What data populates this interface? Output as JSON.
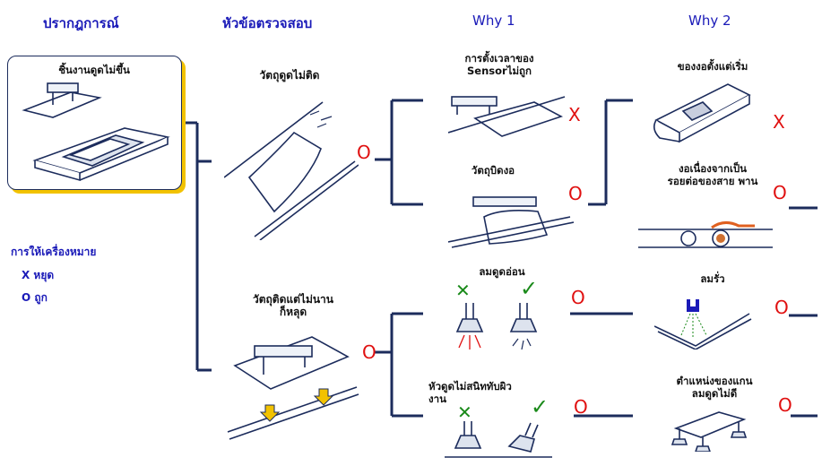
{
  "headers": {
    "phenomenon": "ปรากฎการณ์",
    "check_items": "หัวข้อตรวจสอบ",
    "why1": "Why 1",
    "why2": "Why 2"
  },
  "phenomenon_box": {
    "title": "ชิ้นงานดูดไม่ขึ้น"
  },
  "legend": {
    "title": "การให้เครื่องหมาย",
    "x_item": "X หยุด",
    "o_item": "O ถูก"
  },
  "check_items": [
    {
      "label": "วัตถุดูดไม่ติด",
      "mark": "O"
    },
    {
      "label": "วัตถุติดแต่ไม่นาน\nก็หลุด",
      "mark": "O"
    }
  ],
  "why1": [
    {
      "label": "การตั้งเวลาของ\nSensorไม่ถูก",
      "mark": "X"
    },
    {
      "label": "วัตถุบิดงอ",
      "mark": "O"
    },
    {
      "label": "ลมดูดอ่อน",
      "mark": "O",
      "bad": "✕",
      "good": "✓"
    },
    {
      "label": "หัวดูดไม่สนิททับผิว\nงาน",
      "mark": "O",
      "bad": "✕",
      "good": "✓"
    }
  ],
  "why2": [
    {
      "label": "ของงอตั้งแต่เริ่ม",
      "mark": "X"
    },
    {
      "label": "งอเนื่องจากเป็น\nรอยต่อของสาย พาน",
      "mark": "O"
    },
    {
      "label": "ลมรั่ว",
      "mark": "O"
    },
    {
      "label": "ตำแหน่งของแกน\nลมดูดไม่ดี",
      "mark": "O"
    }
  ],
  "colors": {
    "header": "#1a1ab8",
    "line": "#1c2c5c",
    "mark_red": "#e01010",
    "mark_green": "#1a8a1a",
    "box_shadow": "#f2c200"
  }
}
